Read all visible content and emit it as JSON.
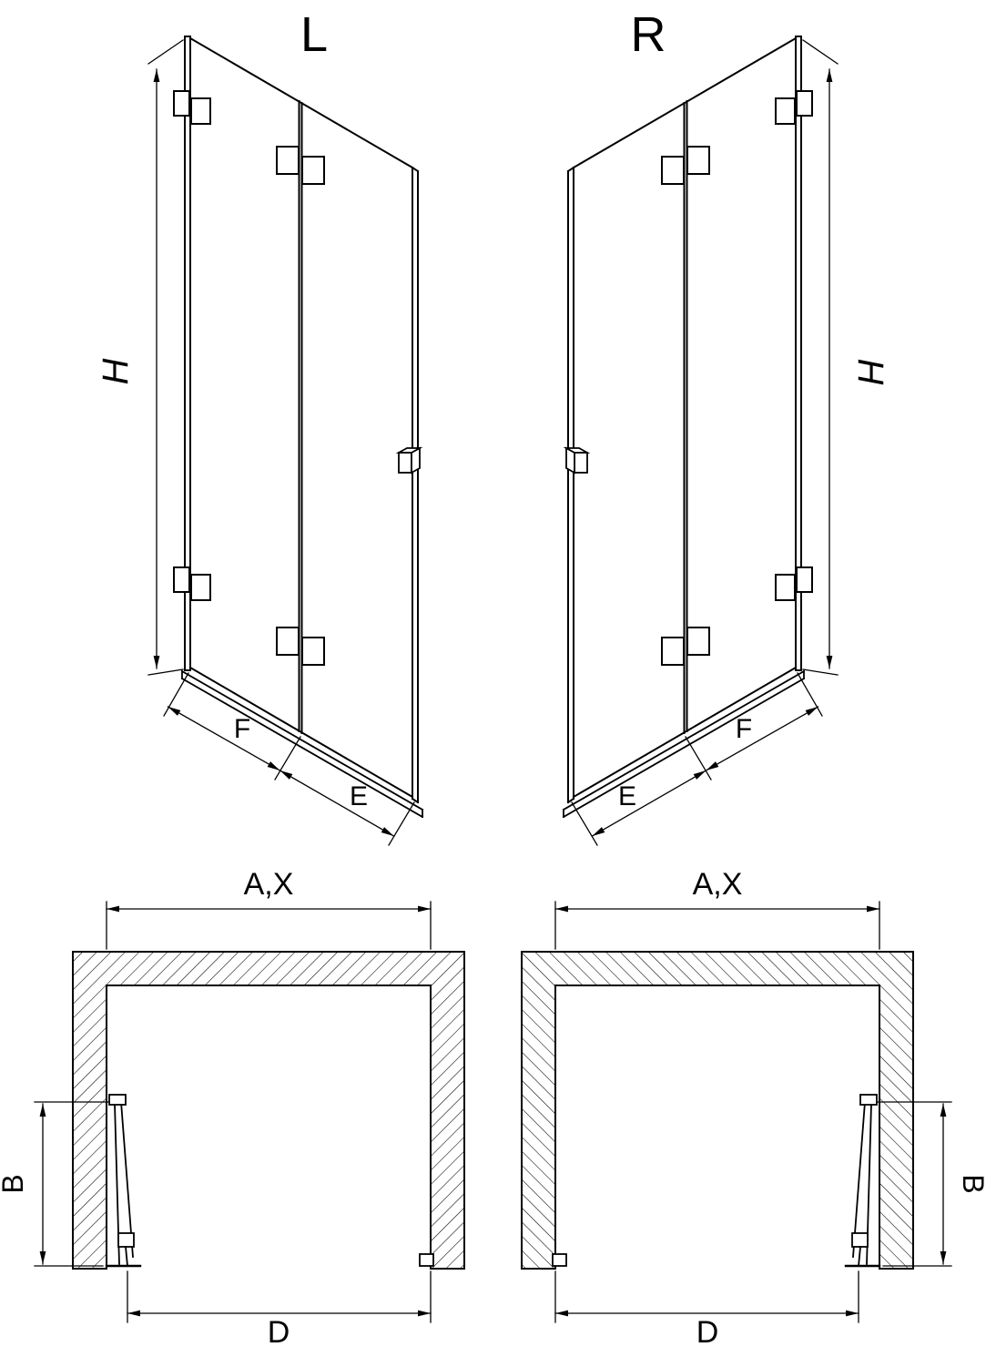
{
  "colors": {
    "line": "#000000",
    "background": "#ffffff"
  },
  "views": {
    "left_isometric": {
      "label": "L",
      "dim_h": "H",
      "dim_f": "F",
      "dim_e": "E"
    },
    "right_isometric": {
      "label": "R",
      "dim_h": "H",
      "dim_f": "F",
      "dim_e": "E"
    },
    "left_plan": {
      "dim_ax": "A,X",
      "dim_b": "B",
      "dim_d": "D"
    },
    "right_plan": {
      "dim_ax": "A,X",
      "dim_b": "B",
      "dim_d": "D"
    }
  }
}
